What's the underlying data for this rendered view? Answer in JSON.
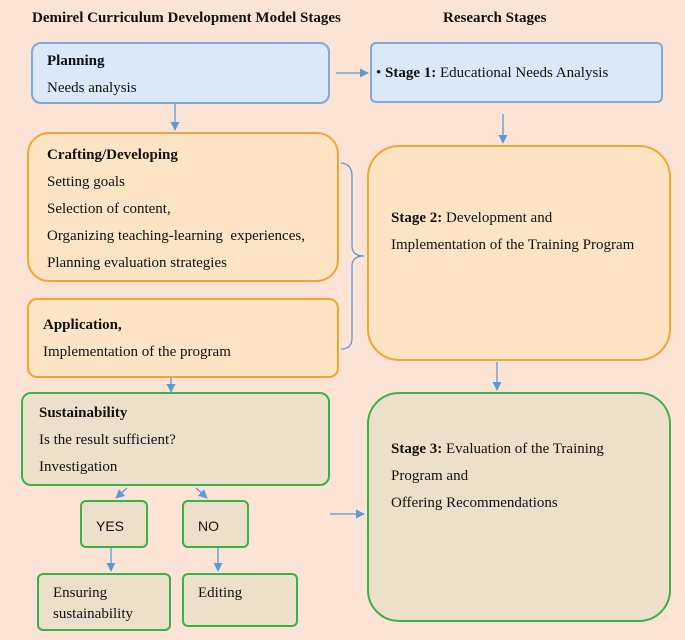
{
  "headings": {
    "left": "Demirel Curriculum Development Model Stages",
    "right": "Research Stages"
  },
  "planning": {
    "title": "Planning",
    "lines": [
      "Needs analysis"
    ]
  },
  "crafting": {
    "title": "Crafting/Developing",
    "lines": [
      "Setting goals",
      "Selection of content,",
      "Organizing teaching-learning  experiences,",
      "Planning evaluation strategies"
    ]
  },
  "application": {
    "title": "Application,",
    "lines": [
      "Implementation of the program"
    ]
  },
  "sustainability": {
    "title": "Sustainability",
    "lines": [
      "Is the result sufficient?",
      "Investigation"
    ]
  },
  "yes": "YES",
  "no": "NO",
  "ensuring": "Ensuring sustainability",
  "editing": "Editing",
  "stage1": {
    "bullet": "•",
    "label": "Stage 1:",
    "text": " Educational Needs Analysis"
  },
  "stage2": {
    "label": "Stage 2:",
    "text": " Development and",
    "line2": "Implementation of the Training Program"
  },
  "stage3": {
    "label": "Stage 3:",
    "text": " Evaluation of the Training",
    "line2": "Program and",
    "line3": "Offering Recommendations"
  },
  "colors": {
    "background": "#fbe3d6",
    "blue_fill": "#dae8f7",
    "blue_border": "#7fa9d6",
    "orange_fill": "#fde4c5",
    "orange_border": "#f2a531",
    "green_fill": "#ede0ca",
    "green_border": "#3cb04a",
    "arrow": "#5b9bd5"
  }
}
